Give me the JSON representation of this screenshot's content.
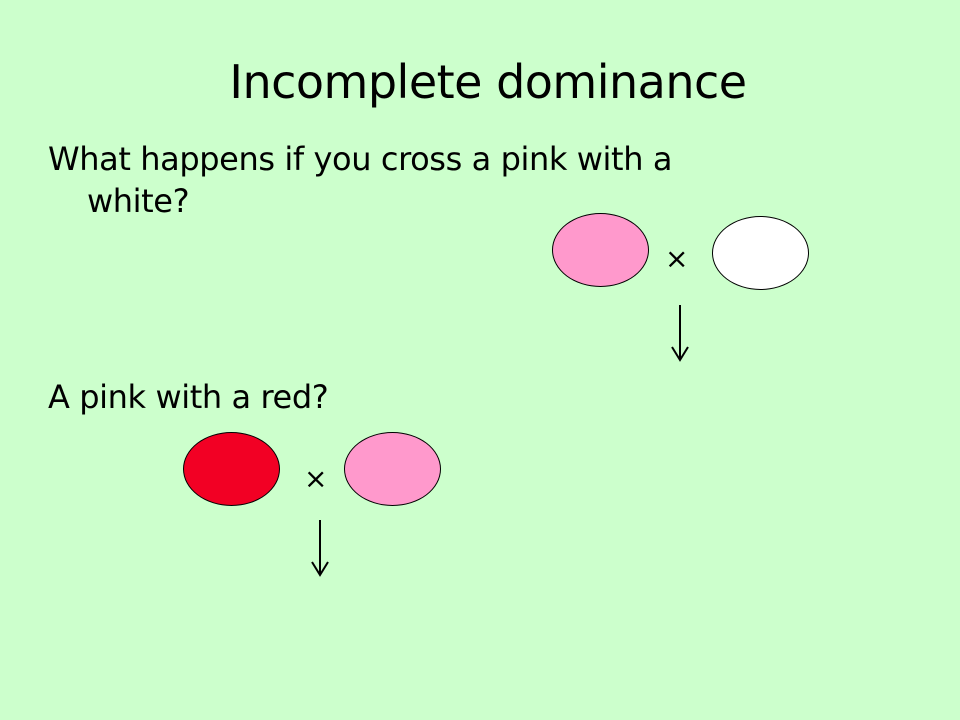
{
  "slide": {
    "title": "Incomplete dominance",
    "question1": {
      "line1": "What happens if you cross a pink with a",
      "line2": "white?"
    },
    "question2": "A pink with a red?"
  },
  "symbols": {
    "cross": "×"
  },
  "colors": {
    "background": "#ccffcc",
    "pink": "#ff99cc",
    "white": "#ffffff",
    "red": "#f20024"
  },
  "diagrams": [
    {
      "parents": [
        "pink",
        "white"
      ]
    },
    {
      "parents": [
        "red",
        "pink"
      ]
    }
  ]
}
